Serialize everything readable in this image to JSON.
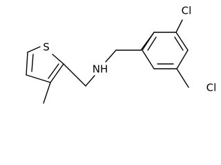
{
  "molecule": {
    "atoms": {
      "sulfur": "S",
      "nitrogen": "NH",
      "chlorine_upper": "Cl",
      "chlorine_lower": "Cl"
    }
  },
  "colors": {
    "bond": "#000000",
    "text": "#000000",
    "background": "#ffffff"
  }
}
